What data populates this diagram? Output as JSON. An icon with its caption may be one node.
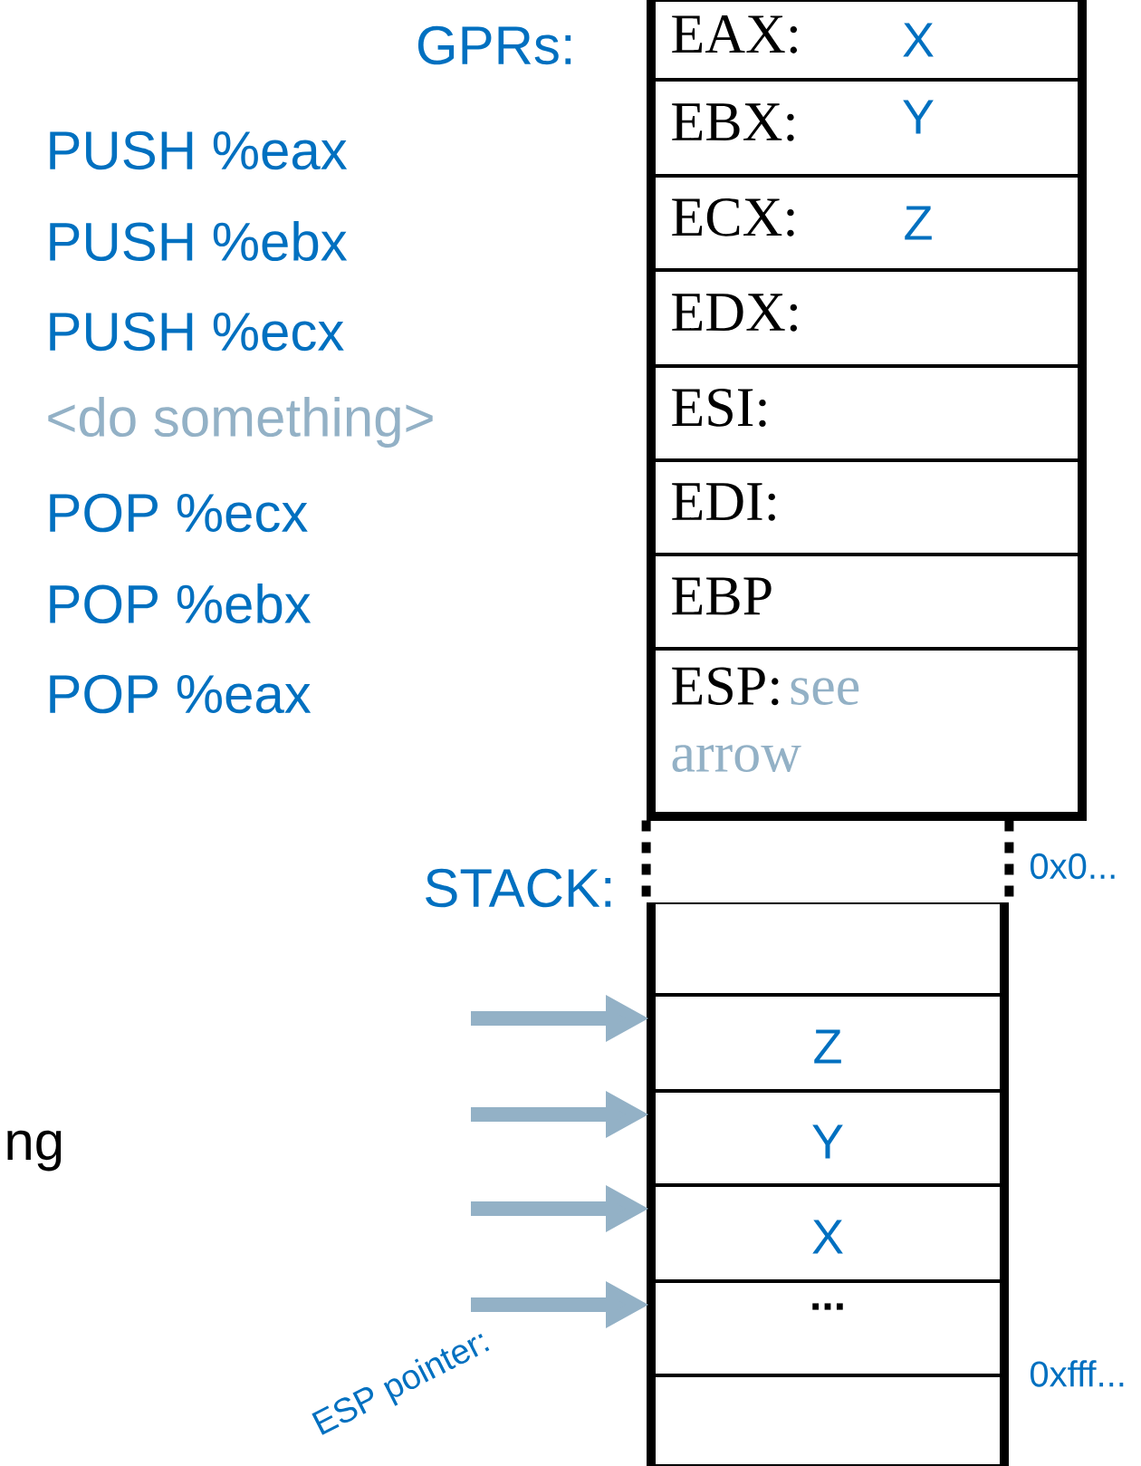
{
  "diagram": {
    "nodes": [
      {
        "text": [
          "EAX:",
          "X"
        ]
      },
      {
        "text": [
          "EBX:",
          "Y"
        ]
      },
      {
        "text": [
          "ECX:",
          "Z"
        ]
      },
      {
        "text": [
          "EDX:"
        ]
      },
      {
        "text": [
          "ESI:"
        ]
      },
      {
        "text": [
          "EDI:"
        ]
      },
      {
        "text": [
          "EBP"
        ]
      },
      {
        "text": [
          "ESP:",
          "see arrow"
        ]
      },
      {
        "text": [],
        "shape": "box"
      },
      {
        "text": [],
        "shape": "box"
      },
      {
        "text": [
          "Z"
        ]
      },
      {
        "text": [
          "Y"
        ]
      },
      {
        "text": [
          "X"
        ]
      },
      {
        "text": [
          "..."
        ]
      },
      {
        "text": [],
        "shape": "box"
      }
    ],
    "edges": [
      {
        "from": null,
        "to": 10,
        "arrow": "to"
      },
      {
        "from": null,
        "to": 11,
        "arrow": "to"
      },
      {
        "from": null,
        "to": 12,
        "arrow": "to"
      },
      {
        "from": null,
        "to": 13,
        "arrow": "to"
      }
    ],
    "labels": [
      "GPRs:",
      "PUSH %eax",
      "PUSH %ebx",
      "PUSH %ecx",
      "<do something>",
      "POP %ecx",
      "POP %ebx",
      "POP %eax",
      "STACK:",
      "0x0...",
      "ng",
      "ESP pointer:",
      "0xfff..."
    ]
  }
}
